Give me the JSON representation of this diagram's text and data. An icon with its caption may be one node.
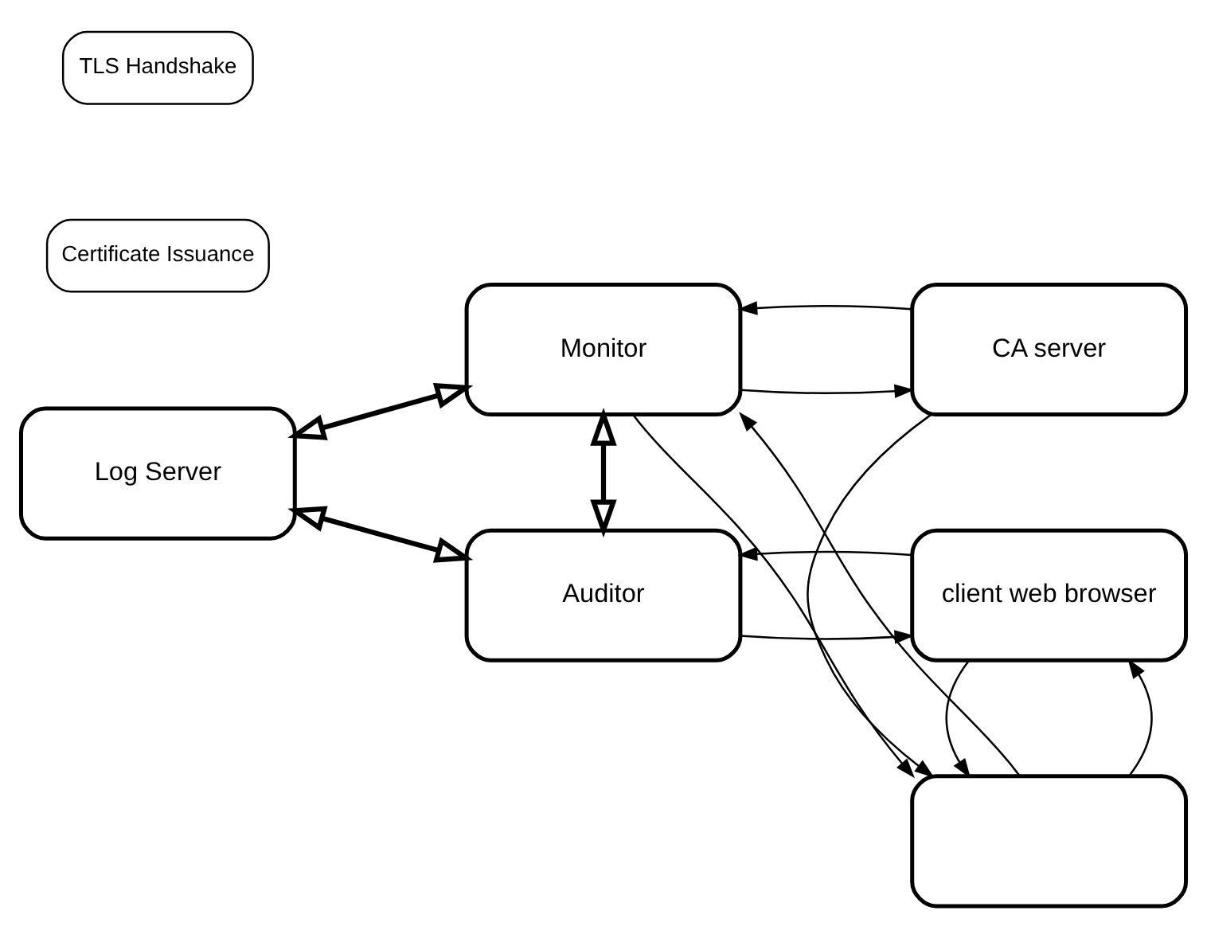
{
  "diagram": {
    "nodes": [
      {
        "text": [
          "CA server"
        ]
      },
      {
        "text": [
          "Certificate Issuance"
        ]
      },
      {
        "text": [
          "Monitor"
        ]
      },
      {
        "text": [],
        "shape": "box"
      },
      {
        "text": [
          "Log Server"
        ]
      },
      {
        "text": [
          "TLS Handshake"
        ]
      },
      {
        "text": [
          "Auditor"
        ]
      },
      {
        "text": [
          "client web browser"
        ]
      }
    ],
    "edges": [
      {
        "from": 2,
        "to": 0,
        "arrow": "to"
      },
      {
        "from": 0,
        "to": 2,
        "arrow": "to"
      },
      {
        "from": 0,
        "to": 3,
        "arrow": "to"
      },
      {
        "from": 2,
        "to": 3,
        "arrow": "to"
      },
      {
        "from": 3,
        "to": 2,
        "arrow": "to"
      },
      {
        "from": 4,
        "to": 2,
        "arrow": "both",
        "style": "thick"
      },
      {
        "from": 2,
        "to": 6,
        "arrow": "both",
        "style": "thick"
      },
      {
        "from": 4,
        "to": 6,
        "arrow": "both",
        "style": "thick"
      },
      {
        "from": 3,
        "to": 7,
        "arrow": "to"
      },
      {
        "from": 7,
        "to": 3,
        "arrow": "to"
      },
      {
        "from": 7,
        "to": 6,
        "arrow": "to"
      },
      {
        "from": 6,
        "to": 7,
        "arrow": "to"
      }
    ]
  }
}
